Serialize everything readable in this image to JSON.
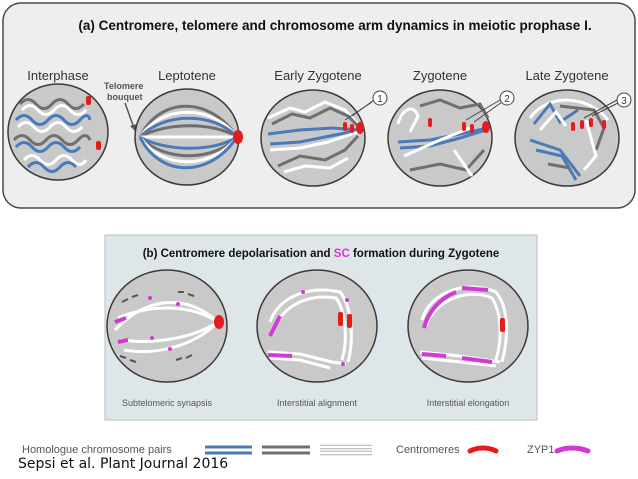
{
  "panel_a": {
    "title": "(a) Centromere, telomere and chromosome arm dynamics in meiotic prophase I.",
    "stages": [
      "Interphase",
      "Leptotene",
      "Early Zygotene",
      "Zygotene",
      "Late Zygotene"
    ],
    "telomere_label_line1": "Telomere",
    "telomere_label_line2": "bouquet",
    "callouts": [
      "1",
      "2",
      "3"
    ]
  },
  "panel_b": {
    "title_part1": "(b) Centromere depolarisation and ",
    "title_sc": "SC",
    "title_part2": " formation during Zygotene",
    "stages": [
      "Subtelomeric synapsis",
      "Interstitial alignment",
      "Interstitial elongation"
    ]
  },
  "legend": {
    "pairs_label": "Homologue chromosome pairs",
    "centromeres_label": "Centromeres",
    "zyp1_label": "ZYP1"
  },
  "credit": "Sepsi et al. Plant Journal 2016",
  "colors": {
    "blue": "#4a7ab8",
    "gray": "#6f6f6f",
    "white": "#ffffff",
    "red": "#e11d1d",
    "magenta": "#d23ad6",
    "nucleus_fill": "#c9c9c9",
    "panel_b_bg": "#dfe6ea"
  }
}
